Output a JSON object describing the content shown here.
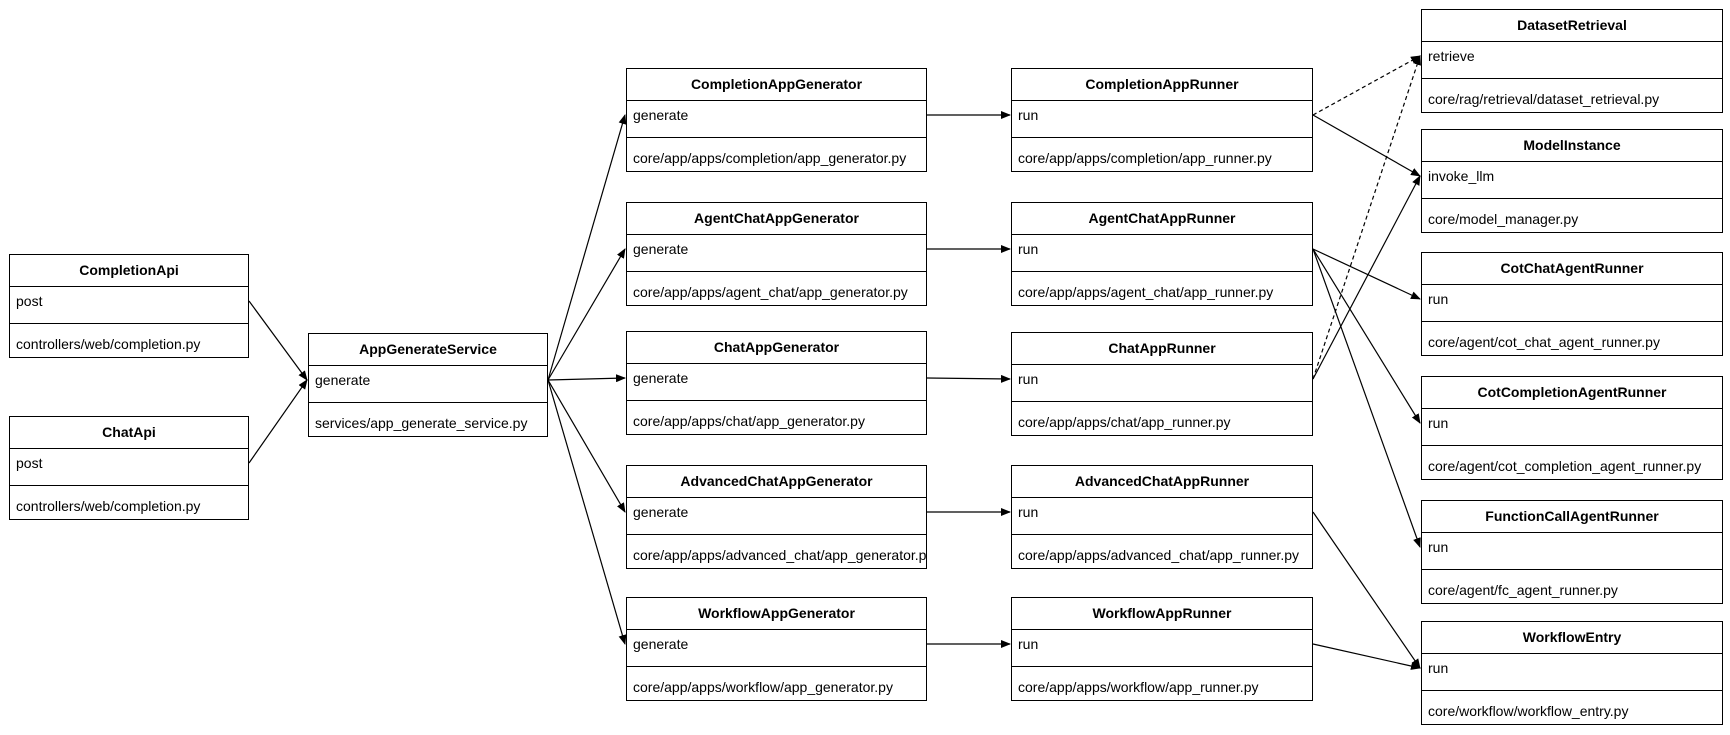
{
  "boxes": {
    "completion_api": {
      "title": "CompletionApi",
      "method": "post",
      "file": "controllers/web/completion.py"
    },
    "chat_api": {
      "title": "ChatApi",
      "method": "post",
      "file": "controllers/web/completion.py"
    },
    "app_generate_service": {
      "title": "AppGenerateService",
      "method": "generate",
      "file": "services/app_generate_service.py"
    },
    "completion_app_generator": {
      "title": "CompletionAppGenerator",
      "method": "generate",
      "file": "core/app/apps/completion/app_generator.py"
    },
    "agent_chat_app_generator": {
      "title": "AgentChatAppGenerator",
      "method": "generate",
      "file": "core/app/apps/agent_chat/app_generator.py"
    },
    "chat_app_generator": {
      "title": "ChatAppGenerator",
      "method": "generate",
      "file": "core/app/apps/chat/app_generator.py"
    },
    "advanced_chat_app_generator": {
      "title": "AdvancedChatAppGenerator",
      "method": "generate",
      "file": "core/app/apps/advanced_chat/app_generator.py"
    },
    "workflow_app_generator": {
      "title": "WorkflowAppGenerator",
      "method": "generate",
      "file": "core/app/apps/workflow/app_generator.py"
    },
    "completion_app_runner": {
      "title": "CompletionAppRunner",
      "method": "run",
      "file": "core/app/apps/completion/app_runner.py"
    },
    "agent_chat_app_runner": {
      "title": "AgentChatAppRunner",
      "method": "run",
      "file": "core/app/apps/agent_chat/app_runner.py"
    },
    "chat_app_runner": {
      "title": "ChatAppRunner",
      "method": "run",
      "file": "core/app/apps/chat/app_runner.py"
    },
    "advanced_chat_app_runner": {
      "title": "AdvancedChatAppRunner",
      "method": "run",
      "file": "core/app/apps/advanced_chat/app_runner.py"
    },
    "workflow_app_runner": {
      "title": "WorkflowAppRunner",
      "method": "run",
      "file": "core/app/apps/workflow/app_runner.py"
    },
    "dataset_retrieval": {
      "title": "DatasetRetrieval",
      "method": "retrieve",
      "file": "core/rag/retrieval/dataset_retrieval.py"
    },
    "model_instance": {
      "title": "ModelInstance",
      "method": "invoke_llm",
      "file": "core/model_manager.py"
    },
    "cot_chat_agent_runner": {
      "title": "CotChatAgentRunner",
      "method": "run",
      "file": "core/agent/cot_chat_agent_runner.py"
    },
    "cot_completion_agent_runner": {
      "title": "CotCompletionAgentRunner",
      "method": "run",
      "file": "core/agent/cot_completion_agent_runner.py"
    },
    "function_call_agent_runner": {
      "title": "FunctionCallAgentRunner",
      "method": "run",
      "file": "core/agent/fc_agent_runner.py"
    },
    "workflow_entry": {
      "title": "WorkflowEntry",
      "method": "run",
      "file": "core/workflow/workflow_entry.py"
    }
  },
  "connections": [
    {
      "from": "completion_api",
      "to": "app_generate_service",
      "style": "solid"
    },
    {
      "from": "chat_api",
      "to": "app_generate_service",
      "style": "solid"
    },
    {
      "from": "app_generate_service",
      "to": "completion_app_generator",
      "style": "solid"
    },
    {
      "from": "app_generate_service",
      "to": "agent_chat_app_generator",
      "style": "solid"
    },
    {
      "from": "app_generate_service",
      "to": "chat_app_generator",
      "style": "solid"
    },
    {
      "from": "app_generate_service",
      "to": "advanced_chat_app_generator",
      "style": "solid"
    },
    {
      "from": "app_generate_service",
      "to": "workflow_app_generator",
      "style": "solid"
    },
    {
      "from": "completion_app_generator",
      "to": "completion_app_runner",
      "style": "solid"
    },
    {
      "from": "agent_chat_app_generator",
      "to": "agent_chat_app_runner",
      "style": "solid"
    },
    {
      "from": "chat_app_generator",
      "to": "chat_app_runner",
      "style": "solid"
    },
    {
      "from": "advanced_chat_app_generator",
      "to": "advanced_chat_app_runner",
      "style": "solid"
    },
    {
      "from": "workflow_app_generator",
      "to": "workflow_app_runner",
      "style": "solid"
    },
    {
      "from": "completion_app_runner",
      "to": "dataset_retrieval",
      "style": "dashed"
    },
    {
      "from": "completion_app_runner",
      "to": "model_instance",
      "style": "solid"
    },
    {
      "from": "chat_app_runner",
      "to": "dataset_retrieval",
      "style": "dashed"
    },
    {
      "from": "chat_app_runner",
      "to": "model_instance",
      "style": "solid"
    },
    {
      "from": "agent_chat_app_runner",
      "to": "cot_chat_agent_runner",
      "style": "solid"
    },
    {
      "from": "agent_chat_app_runner",
      "to": "cot_completion_agent_runner",
      "style": "solid"
    },
    {
      "from": "agent_chat_app_runner",
      "to": "function_call_agent_runner",
      "style": "solid"
    },
    {
      "from": "advanced_chat_app_runner",
      "to": "workflow_entry",
      "style": "solid"
    },
    {
      "from": "workflow_app_runner",
      "to": "workflow_entry",
      "style": "solid"
    }
  ]
}
